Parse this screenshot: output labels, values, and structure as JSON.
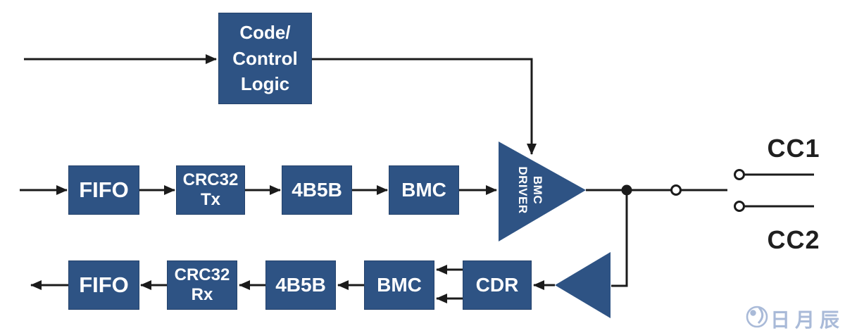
{
  "palette": {
    "box_fill": "#2e5384",
    "line_color": "#1b1b1b",
    "box_text": "#ffffff",
    "cc_text": "#1f1f1f",
    "watermark_color": "#a9bad8"
  },
  "diagram": {
    "type": "block-diagram",
    "control": {
      "code_control_label": "Code/\nControl\nLogic"
    },
    "tx_chain": {
      "fifo_label": "FIFO",
      "crc32_tx_label": "CRC32\nTx",
      "b4b5b_label": "4B5B",
      "bmc_label": "BMC",
      "driver_label": "BMC\nDRIVER"
    },
    "rx_chain": {
      "fifo_label": "FIFO",
      "crc32_rx_label": "CRC32\nRx",
      "b4b5b_label": "4B5B",
      "bmc_label": "BMC",
      "cdr_label": "CDR"
    },
    "connector": {
      "cc1_label": "CC1",
      "cc2_label": "CC2"
    }
  },
  "watermark": {
    "text": "日月辰",
    "logo": "sun-moon-circle-logo"
  }
}
